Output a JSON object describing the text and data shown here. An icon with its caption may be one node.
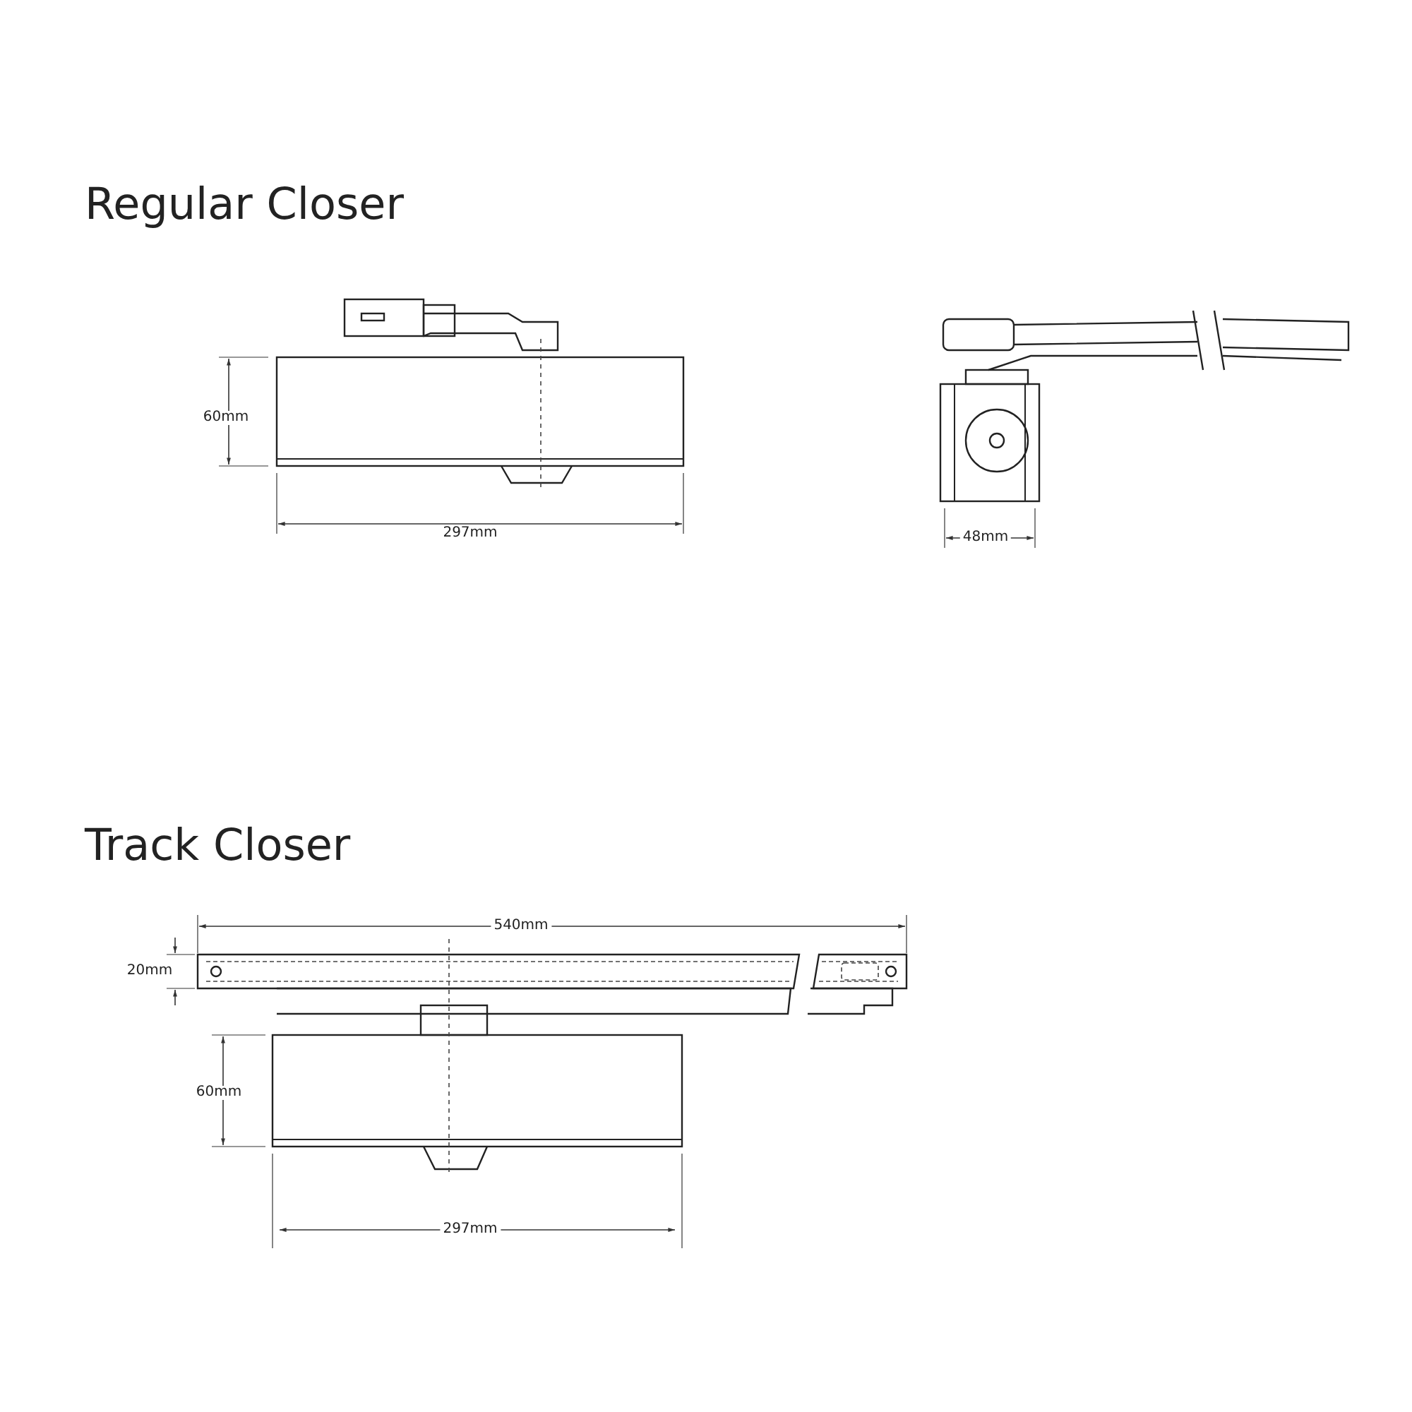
{
  "diagram": {
    "labels": [
      "Regular Closer",
      "60mm",
      "297mm",
      "48mm",
      "Track Closer",
      "540mm",
      "20mm",
      "60mm",
      "297mm"
    ]
  }
}
